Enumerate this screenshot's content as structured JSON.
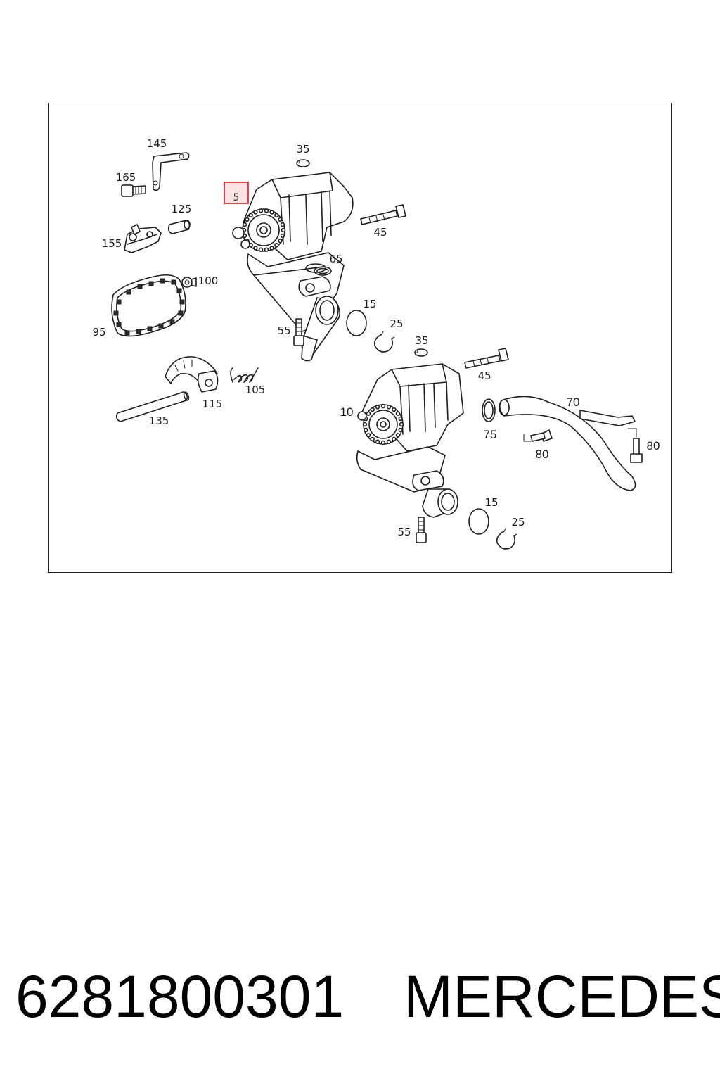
{
  "diagram": {
    "highlighted_label": "5",
    "highlight_color": "#e0303a",
    "highlight_fill": "#fbe3e4",
    "labels": {
      "l145": "145",
      "l165": "165",
      "l125": "125",
      "l155": "155",
      "l100": "100",
      "l95": "95",
      "l35a": "35",
      "l45a": "45",
      "l65": "65",
      "l55a": "55",
      "l15a": "15",
      "l25a": "25",
      "l35b": "35",
      "l45b": "45",
      "l115": "115",
      "l105": "105",
      "l135": "135",
      "l10": "10",
      "l70": "70",
      "l75": "75",
      "l80a": "80",
      "l80b": "80",
      "l15b": "15",
      "l25b": "25",
      "l55b": "55"
    }
  },
  "caption": {
    "part_number": "6281800301",
    "brand": "MERCEDES"
  }
}
